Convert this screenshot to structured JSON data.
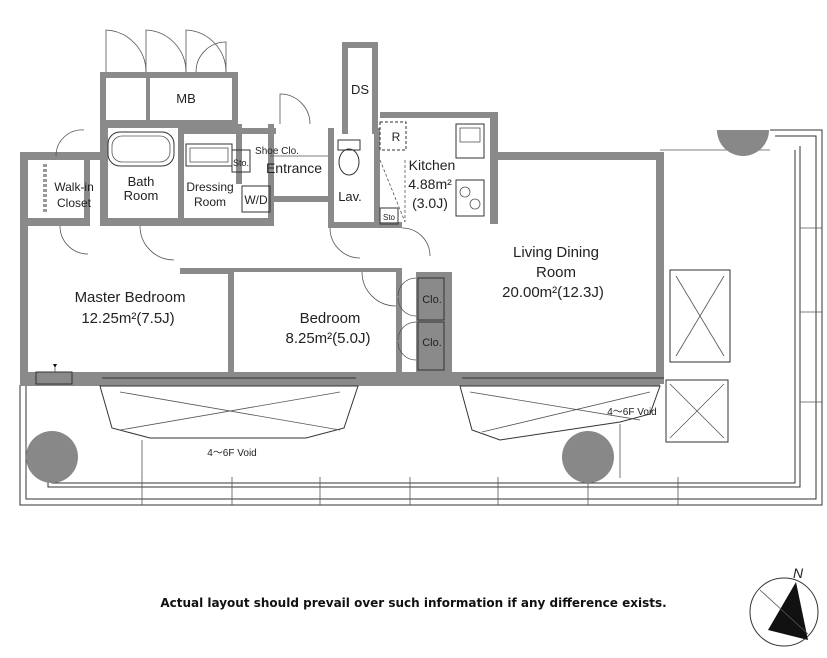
{
  "rooms": {
    "mb": "MB",
    "ds": "DS",
    "walkin_line1": "Walk-in",
    "walkin_line2": "Closet",
    "bath_line1": "Bath",
    "bath_line2": "Room",
    "dressing_line1": "Dressing",
    "dressing_line2": "Room",
    "wd": "W/D",
    "sto": "Sto.",
    "shoe_clo": "Shoe Clo.",
    "entrance": "Entrance",
    "lav": "Lav.",
    "r": "R",
    "kitchen_name": "Kitchen",
    "kitchen_area": "4.88m²",
    "kitchen_j": "(3.0J)",
    "sto2": "Sto",
    "living_line1": "Living Dining",
    "living_line2": "Room",
    "living_area": "20.00m²(12.3J)",
    "master_name": "Master Bedroom",
    "master_area": "12.25m²(7.5J)",
    "bedroom_name": "Bedroom",
    "bedroom_area": "8.25m²(5.0J)",
    "clo1": "Clo.",
    "clo2": "Clo."
  },
  "voids": {
    "left": "4～6F Void",
    "right": "4～6F Void"
  },
  "compass": {
    "north": "N"
  },
  "notice": "Actual layout should prevail over such information if any difference exists."
}
